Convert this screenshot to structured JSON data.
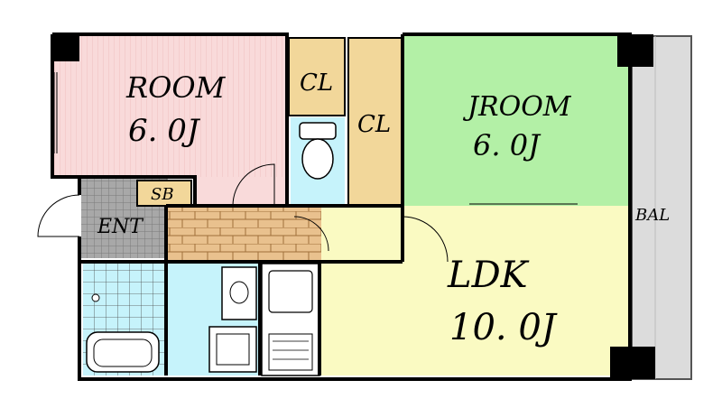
{
  "rooms": {
    "room": {
      "name": "ROOM",
      "size": "6. 0J"
    },
    "jroom": {
      "name": "JROOM",
      "size": "6. 0J"
    },
    "ldk": {
      "name": "LDK",
      "size": "10. 0J"
    },
    "closet_left": {
      "name": "CL"
    },
    "closet_right": {
      "name": "CL"
    },
    "shoe_box": {
      "name": "SB"
    },
    "entrance": {
      "name": "ENT"
    },
    "balcony": {
      "name": "BAL"
    }
  },
  "colors": {
    "room": "#f9dada",
    "jroom": "#b3f0a6",
    "ldk": "#fafac2",
    "closet": "#f2d79a",
    "water": "#c6f3fb",
    "balcony": "#dcdcdc",
    "floor_wood": "#e9c18e",
    "entrance_tile": "#9a9a9a",
    "wall": "#000000"
  }
}
